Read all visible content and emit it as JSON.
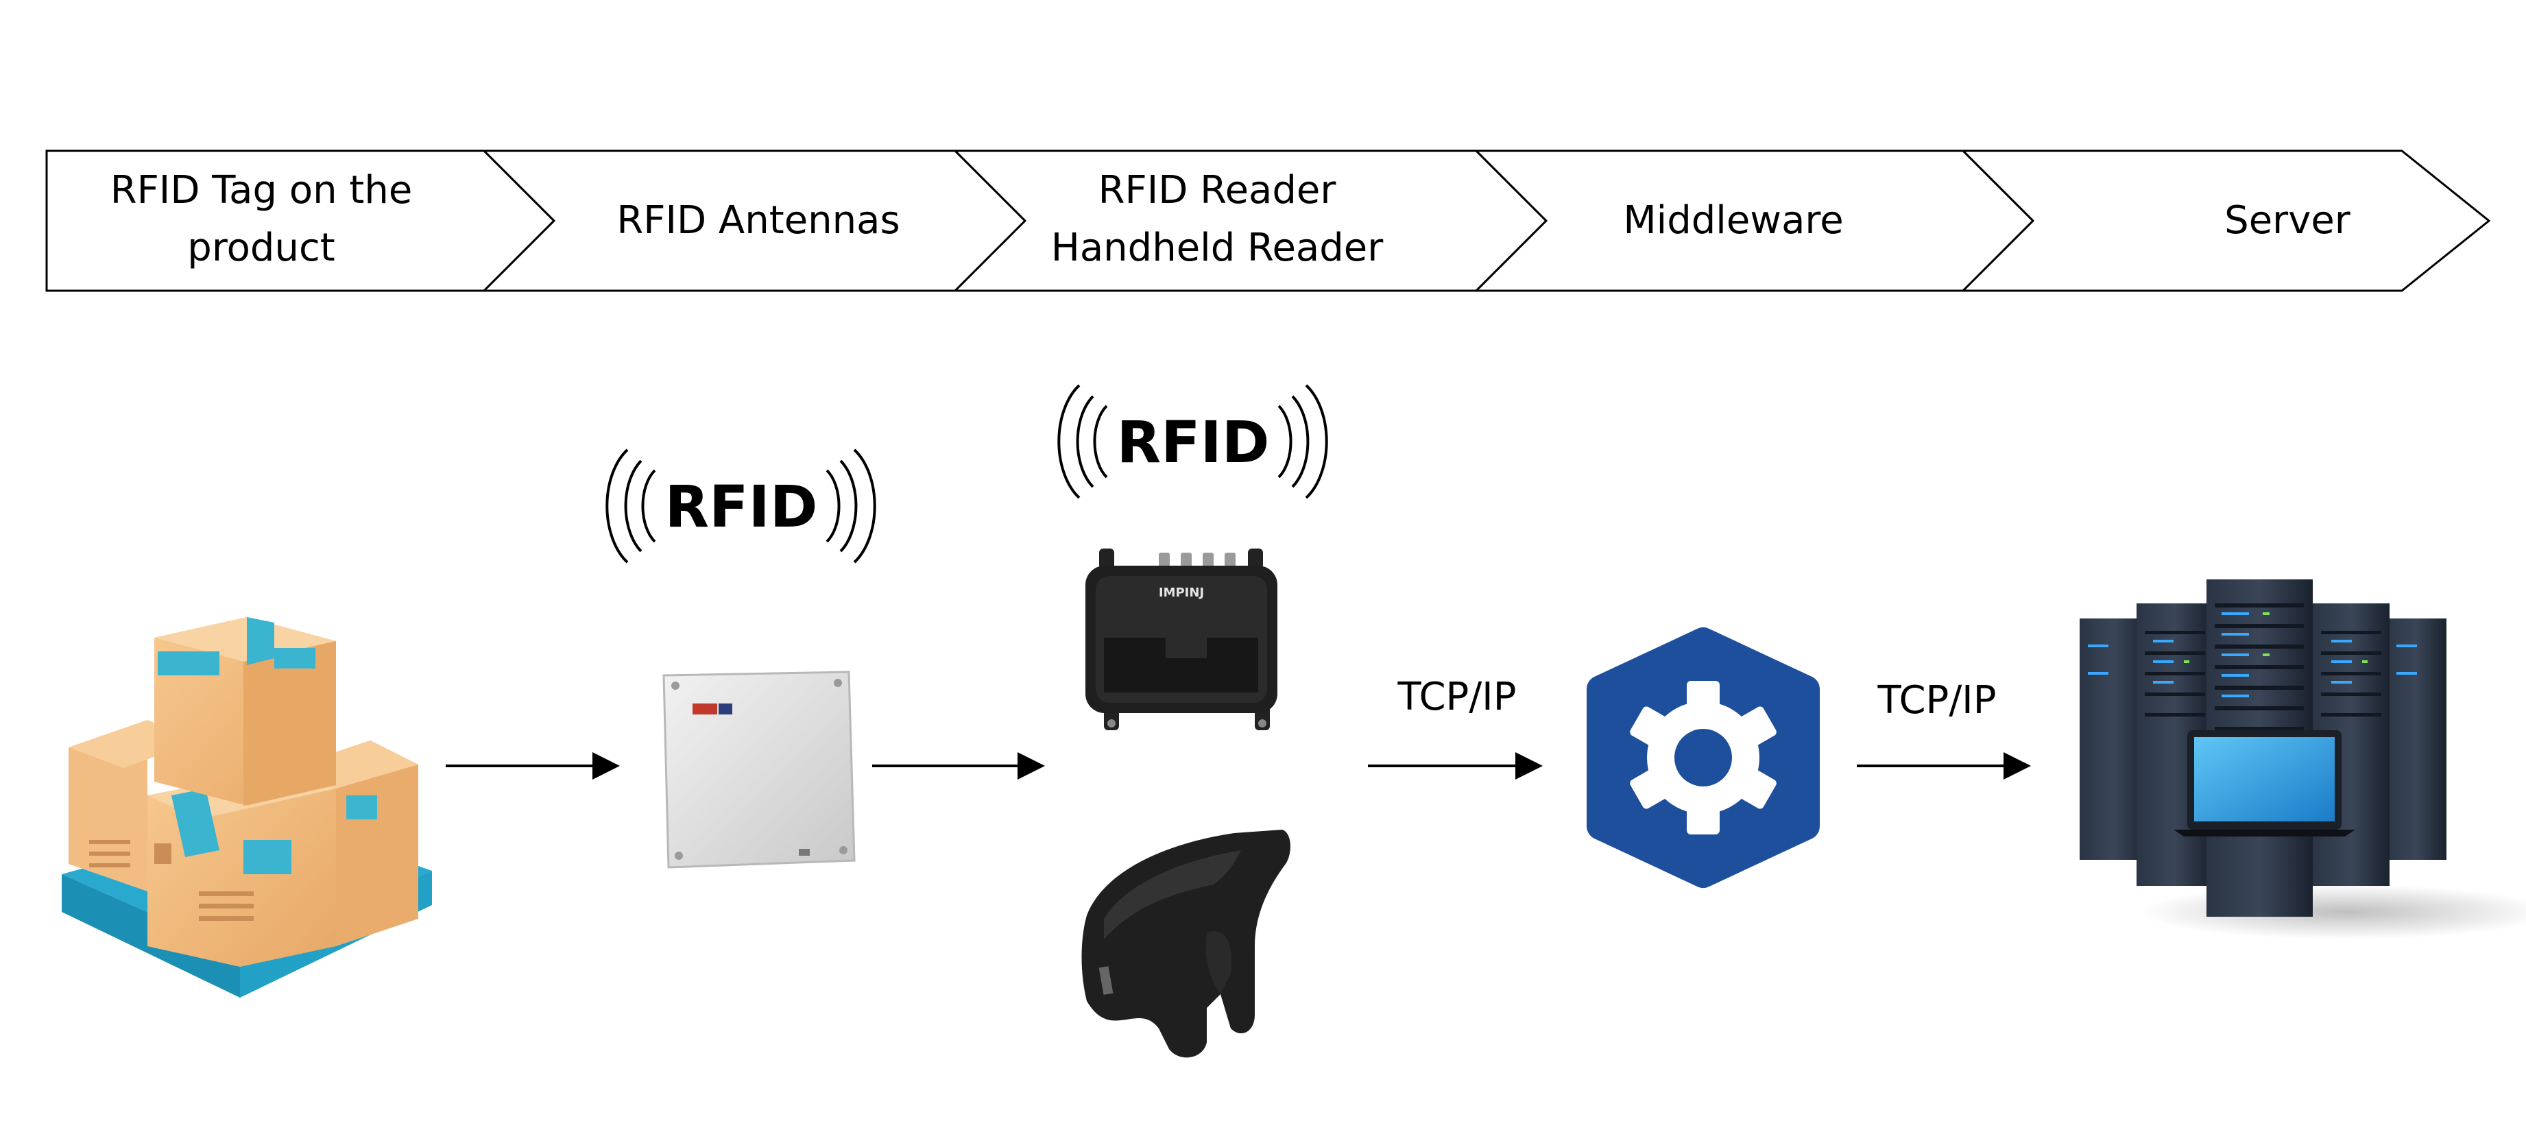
{
  "steps": [
    {
      "line1": "RFID Tag on the",
      "line2": "product"
    },
    {
      "line1": "RFID Antennas",
      "line2": ""
    },
    {
      "line1": "RFID Reader",
      "line2": "Handheld Reader"
    },
    {
      "line1": "Middleware",
      "line2": ""
    },
    {
      "line1": "Server",
      "line2": ""
    }
  ],
  "badges": {
    "antenna_rfid": "RFID",
    "reader_rfid": "RFID",
    "reader_brand": "IMPINJ"
  },
  "connections": {
    "reader_to_middleware": "TCP/IP",
    "middleware_to_server": "TCP/IP"
  },
  "colors": {
    "box": "#f0b87a",
    "tape": "#39b3cc",
    "pallet": "#2ab0d6",
    "middleware": "#1e4f9c",
    "server": "#1d2533",
    "reader": "#222222"
  },
  "icons": [
    "boxes-pallet-icon",
    "rfid-antenna-icon",
    "rfid-reader-icon",
    "handheld-reader-icon",
    "gear-icon",
    "server-rack-icon",
    "laptop-icon"
  ]
}
